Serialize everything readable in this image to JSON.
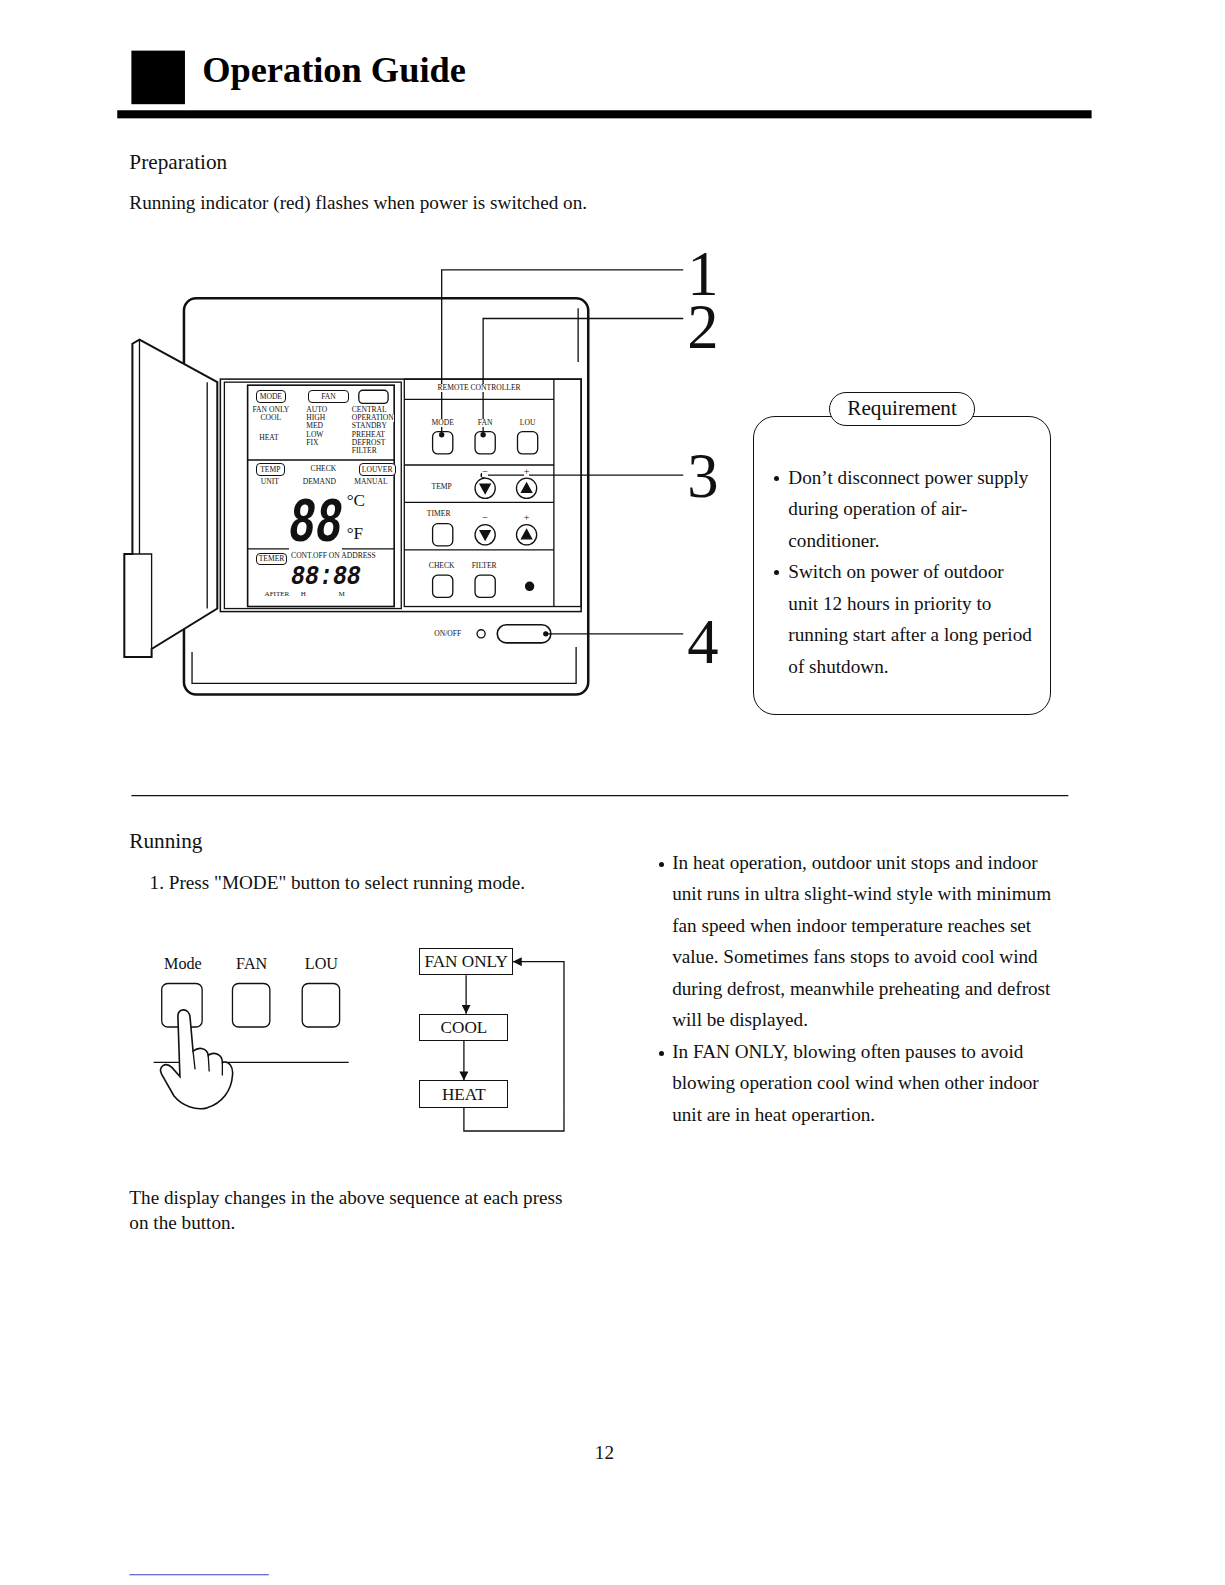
{
  "diagram": {
    "title": "Operation Guide",
    "nodes": [
      {
        "text": [
          "MODE"
        ]
      },
      {
        "text": [
          "FAN"
        ]
      },
      {
        "text": [
          "TEMP"
        ]
      },
      {
        "text": [
          "LOUVER"
        ]
      },
      {
        "text": [
          "TEMER"
        ]
      },
      {
        "text": [
          "FAN ONLY"
        ]
      },
      {
        "text": [
          "COOL"
        ]
      },
      {
        "text": [
          "HEAT"
        ]
      },
      {
        "text": [
          "Requirement",
          "Don’t disconnect power supply during operation of air-conditioner.",
          "Switch on power of outdoor unit 12 hours in priority to running start after a long period of shutdown."
        ]
      }
    ],
    "edges": [
      {
        "from": 5,
        "to": 6,
        "arrow": "to"
      },
      {
        "from": 6,
        "to": 7,
        "arrow": "to"
      },
      {
        "from": 7,
        "to": 5,
        "arrow": "to"
      }
    ],
    "labels": [
      "Preparation",
      "Running indicator (red) flashes when power is switched on.",
      "1",
      "2",
      "3",
      "4",
      "FAN ONLY",
      "COOL",
      "HEAT",
      "AUTO",
      "HIGH",
      "MED",
      "LOW",
      "FIX",
      "CENTRAL",
      "OPERATION",
      "STANDBY",
      "PREHEAT",
      "DEFROST",
      "FILTER",
      "CHECK",
      "UNIT",
      "DEMAND",
      "MANUAL",
      "88",
      "°C",
      "°F",
      "CONT.OFF ON ADDRESS",
      "88:88",
      "AFITER",
      "H",
      "M",
      "REMOTE CONTROLLER",
      "MODE",
      "FAN",
      "LOU",
      "TEMP",
      "−",
      "+",
      "TIMER",
      "−",
      "+",
      "CHECK",
      "FILTER",
      "ON/OFF",
      "Running",
      "1. Press \"MODE\" button to select running mode.",
      "Mode",
      "FAN",
      "LOU",
      "The display changes in the above sequence at each press on the button.",
      "In heat operation, outdoor unit stops and indoor unit runs in ultra slight-wind style with minimum fan speed when indoor temperature reaches set value. Sometimes fans stops to avoid cool wind during defrost, meanwhile preheating and defrost will be displayed.",
      "In FAN ONLY, blowing often pauses to avoid blowing operation cool wind when other indoor unit are in heat operartion.",
      "12"
    ]
  }
}
